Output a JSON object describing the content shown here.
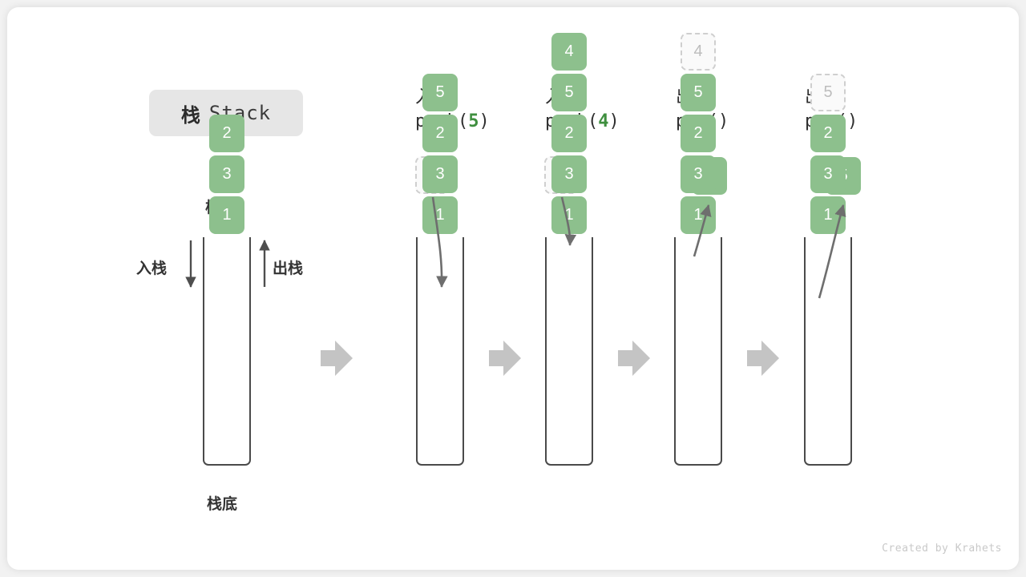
{
  "title": {
    "cn": "栈",
    "en": "Stack"
  },
  "labels": {
    "top": "栈顶",
    "bottom": "栈底",
    "push": "入栈",
    "pop": "出栈"
  },
  "credit": "Created by Krahets",
  "colors": {
    "item_green": "#8dc08d",
    "code_green": "#3f8f3f",
    "ghost_border": "#cfcfcf",
    "ghost_text": "#bdbdbd",
    "vessel": "#4a4a4a",
    "flow_arrow": "#c4c4c4",
    "badge_bg": "#e6e6e6"
  },
  "flow_arrow_icon": "right-arrow-icon",
  "columns": [
    {
      "id": "initial",
      "head_cn": "",
      "head_code": "",
      "head_code_num": "",
      "items": [
        "1",
        "3",
        "2"
      ],
      "float": null,
      "ghost_index": null
    },
    {
      "id": "push-5",
      "head_cn": "入栈",
      "head_code_prefix": "push(",
      "head_code_num": "5",
      "head_code_suffix": ")",
      "items": [
        "1",
        "3",
        "2",
        "5"
      ],
      "float": {
        "value": "5",
        "style": "ghost"
      },
      "arrow": "down"
    },
    {
      "id": "push-4",
      "head_cn": "入栈",
      "head_code_prefix": "push(",
      "head_code_num": "4",
      "head_code_suffix": ")",
      "items": [
        "1",
        "3",
        "2",
        "5",
        "4"
      ],
      "float": {
        "value": "4",
        "style": "ghost"
      },
      "arrow": "down"
    },
    {
      "id": "pop-1",
      "head_cn": "出栈",
      "head_code_prefix": "pop(",
      "head_code_num": "",
      "head_code_suffix": ")",
      "items": [
        "1",
        "3",
        "2",
        "5",
        "4"
      ],
      "ghost_top": "4",
      "float": {
        "value": "4",
        "style": "solid"
      },
      "arrow": "up"
    },
    {
      "id": "pop-2",
      "head_cn": "出栈",
      "head_code_prefix": "pop(",
      "head_code_num": "",
      "head_code_suffix": ")",
      "items": [
        "1",
        "3",
        "2",
        "5"
      ],
      "ghost_top": "5",
      "float": {
        "value": "5",
        "style": "solid"
      },
      "arrow": "up"
    }
  ]
}
